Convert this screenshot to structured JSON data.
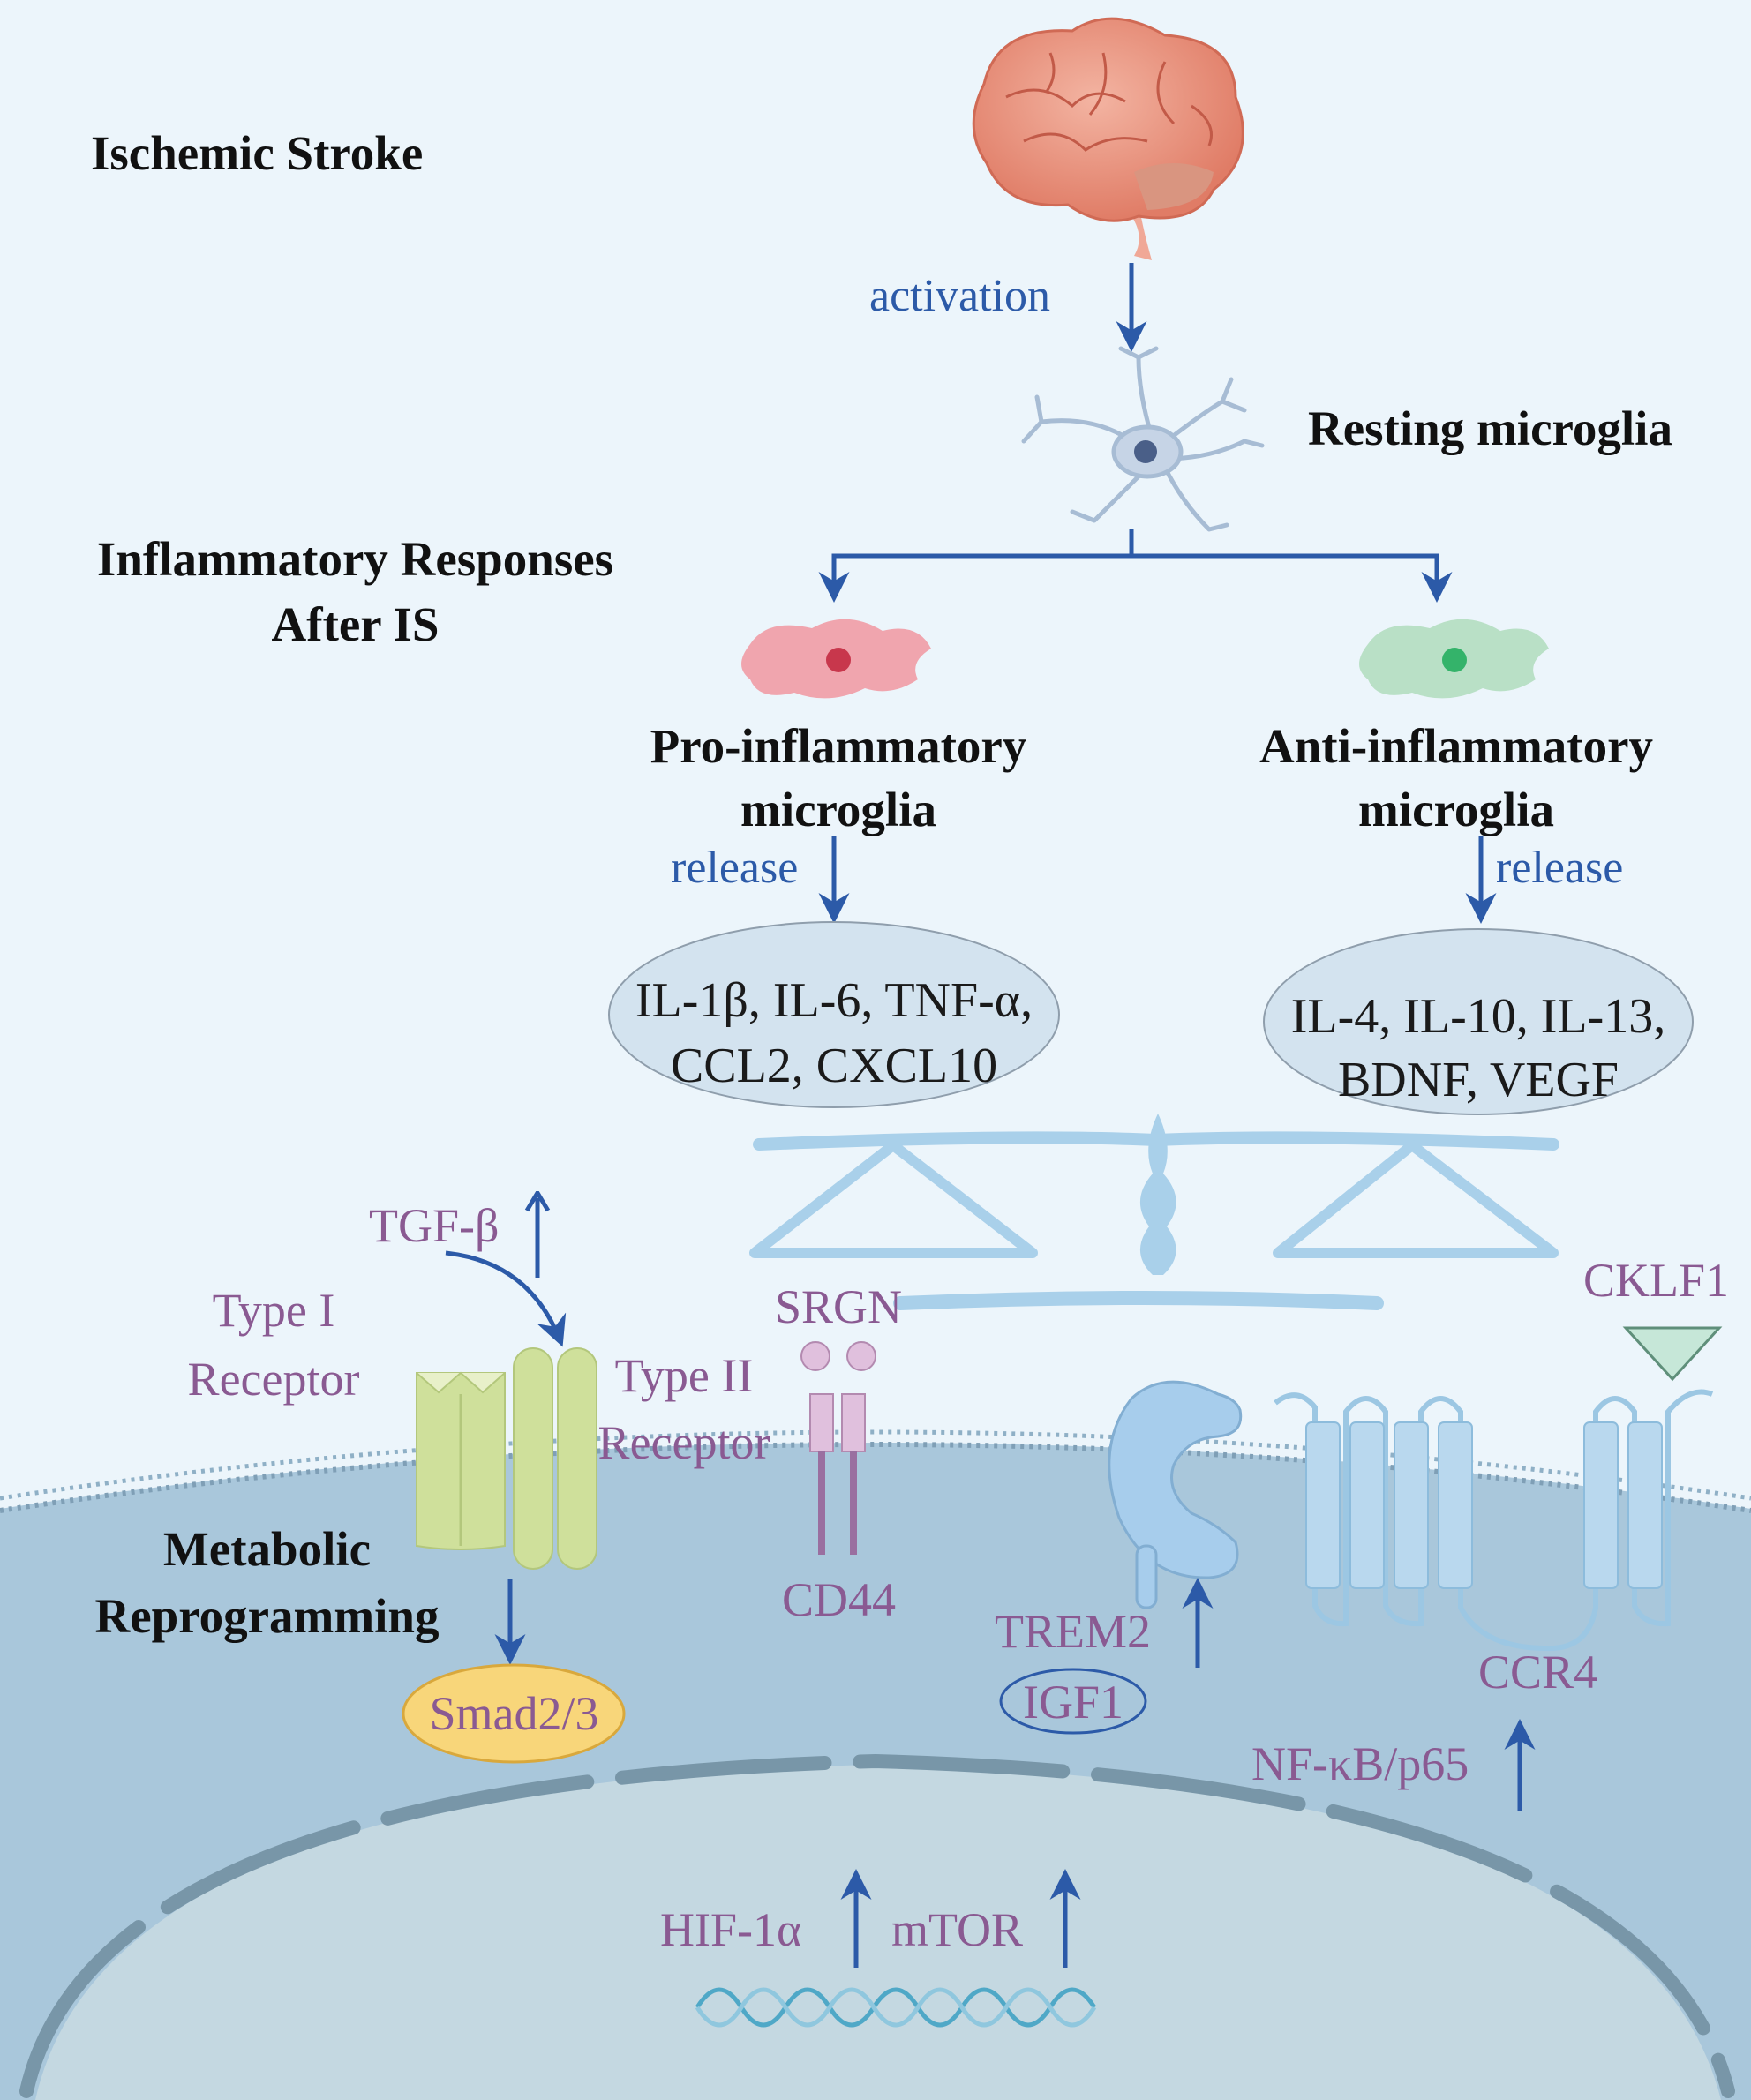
{
  "titles": {
    "ischemic_stroke": "Ischemic Stroke",
    "inflammatory_line1": "Inflammatory Responses",
    "inflammatory_line2": "After IS",
    "metabolic_line1": "Metabolic",
    "metabolic_line2": "Reprogramming"
  },
  "flow": {
    "activation": "activation",
    "resting": "Resting microglia",
    "pro_line1": "Pro-inflammatory",
    "pro_line2": "microglia",
    "anti_line1": "Anti-inflammatory",
    "anti_line2": "microglia",
    "release_left": "release",
    "release_right": "release"
  },
  "cytokines": {
    "pro_line1": "IL-1β, IL-6, TNF-α,",
    "pro_line2": "CCL2, CXCL10",
    "anti_line1": "IL-4, IL-10, IL-13,",
    "anti_line2": "BDNF, VEGF"
  },
  "molecules": {
    "tgf": "TGF-β",
    "type1_line1": "Type I",
    "type1_line2": "Receptor",
    "type2_line1": "Type II",
    "type2_line2": "Receptor",
    "smad": "Smad2/3",
    "srgn": "SRGN",
    "cd44": "CD44",
    "trem2": "TREM2",
    "igf1": "IGF1",
    "cklf1": "CKLF1",
    "ccr4": "CCR4",
    "nfkb": "NF-κB/p65",
    "hif": "HIF-1α",
    "mtor": "mTOR"
  },
  "colors": {
    "background": "#ecf5fb",
    "cytoplasm": "#a9c7db",
    "nucleus": "#c4d8e1",
    "arrow": "#2c5aa8",
    "label_purple": "#8a5a92",
    "pro_cell": "#f0a5ae",
    "anti_cell": "#b9e0c6",
    "receptor_green": "#cfe09b",
    "smad_yellow": "#f8d67a",
    "scale_blue": "#a9d0ea"
  }
}
